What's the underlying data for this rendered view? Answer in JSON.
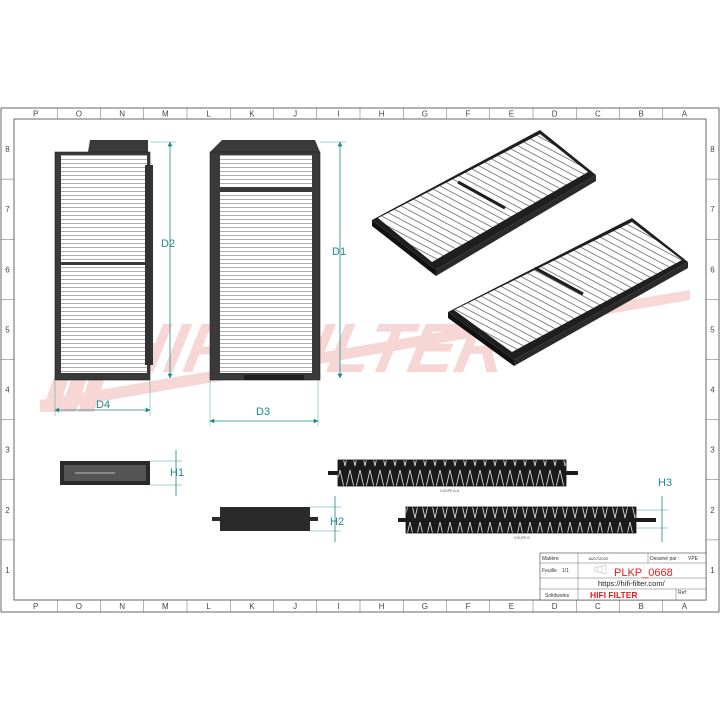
{
  "columns": [
    "P",
    "O",
    "N",
    "M",
    "L",
    "K",
    "J",
    "I",
    "H",
    "G",
    "F",
    "E",
    "D",
    "C",
    "B",
    "A"
  ],
  "rows": [
    "8",
    "7",
    "6",
    "5",
    "4",
    "3",
    "2",
    "1"
  ],
  "dimensions": {
    "d1": "D1",
    "d2": "D2",
    "d3": "D3",
    "d4": "D4",
    "h1": "H1",
    "h2": "H2",
    "h3": "H3"
  },
  "section_labels": {
    "coupe_aa": "COUPE A-A",
    "coupe_small": "COUPE B"
  },
  "watermark": "HIFI FILTER",
  "title_block": {
    "matiere_label": "Matière",
    "date_text": "16/07/2020",
    "dessine_label": "Dessiné par :",
    "dessine_value": "VPE",
    "feuille_label": "Feuille",
    "feuille_value": "1/1",
    "part_number": "PLKP_0668",
    "url": "https://hifi-filter.com/",
    "software": "Solidworks",
    "brand": "HIFI FILTER",
    "ref_label": "Ref:"
  },
  "colors": {
    "accent": "#1f8a8a",
    "brand_red": "#e02020",
    "watermark": "#f2b6b6",
    "line": "#222222"
  }
}
